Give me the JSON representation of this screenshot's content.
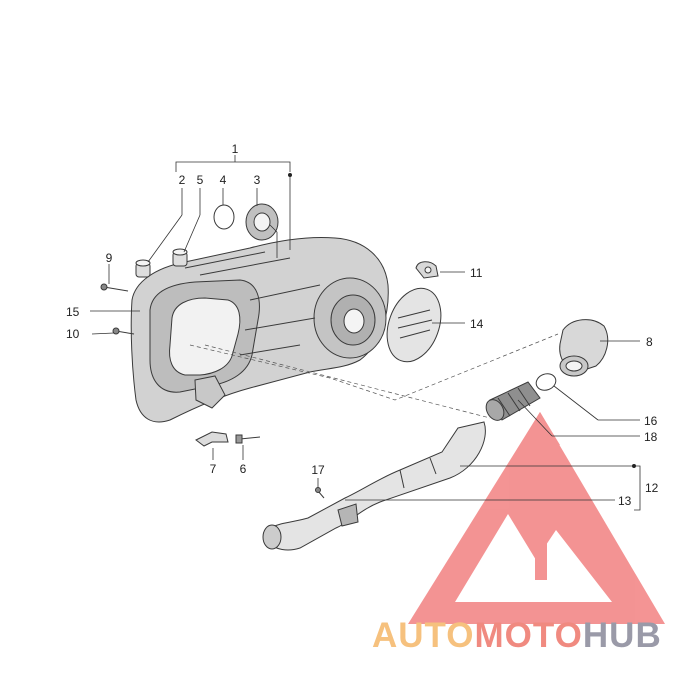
{
  "labels": {
    "p1": "1",
    "p2": "2",
    "p3": "3",
    "p4": "4",
    "p5": "5",
    "p6": "6",
    "p7": "7",
    "p8": "8",
    "p9": "9",
    "p10": "10",
    "p11": "11",
    "p12": "12",
    "p13": "13",
    "p14": "14",
    "p15": "15",
    "p16": "16",
    "p17": "17",
    "p18": "18"
  },
  "watermark": {
    "part1": "AUTO",
    "part2": "MOTO",
    "part3": "HUB",
    "color_auto": "#f6c17e",
    "color_moto": "#f08a80",
    "color_hub": "#9a9aa8",
    "logo_color": "#f07070"
  }
}
